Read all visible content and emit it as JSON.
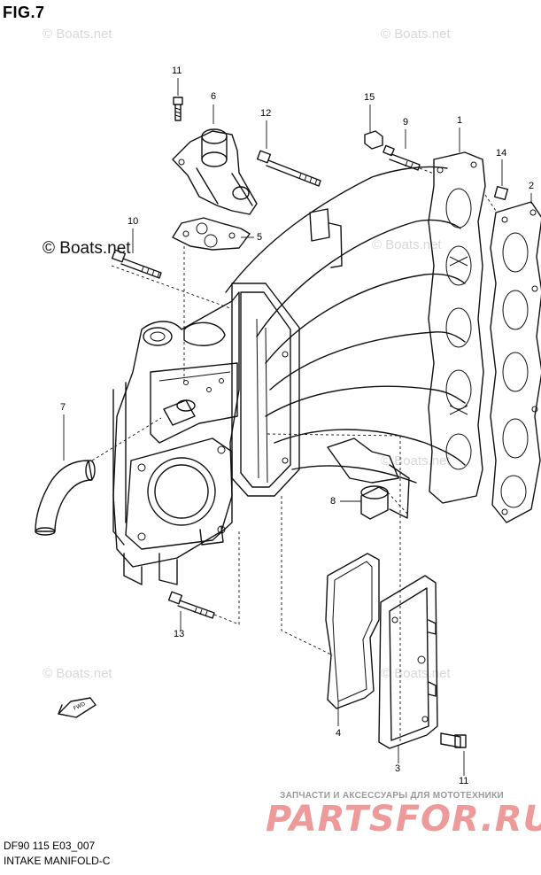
{
  "figure": {
    "title": "FIG.7"
  },
  "watermark": {
    "text": "© Boats.net"
  },
  "callouts": {
    "c11a": "11",
    "c6": "6",
    "c12": "12",
    "c15": "15",
    "c9": "9",
    "c1": "1",
    "c14": "14",
    "c2": "2",
    "c10": "10",
    "c5": "5",
    "c7": "7",
    "c8": "8",
    "c13": "13",
    "c4": "4",
    "c3": "3",
    "c11b": "11"
  },
  "direction_marker": {
    "text": "FWD"
  },
  "footer": {
    "code": "DF90 115 E03_007",
    "title": "INTAKE MANIFOLD-C"
  },
  "banner": {
    "tagline": "ЗАПЧАСТИ И АКСЕССУАРЫ ДЛЯ МОТОТЕХНИКИ",
    "logo": "PARTSFOR.RU"
  }
}
